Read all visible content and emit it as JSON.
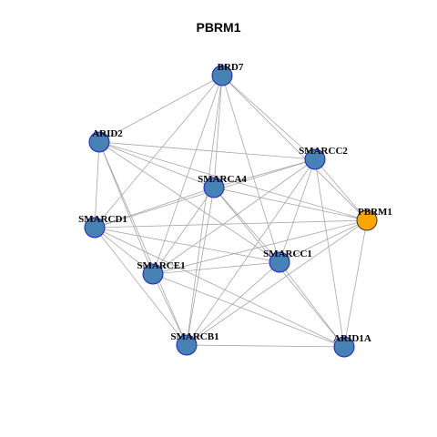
{
  "title": "PBRM1",
  "colors": {
    "edge": "#a6a6a6",
    "node_fill": "#4682b4",
    "node_stroke": "#1f1fcf",
    "focus_fill": "#ffa500",
    "focus_stroke": "#333333"
  },
  "nodes": [
    {
      "id": "BRD7",
      "label": "BRD7",
      "focus": false
    },
    {
      "id": "ARID2",
      "label": "ARID2",
      "focus": false
    },
    {
      "id": "SMARCC2",
      "label": "SMARCC2",
      "focus": false
    },
    {
      "id": "SMARCA4",
      "label": "SMARCA4",
      "focus": false
    },
    {
      "id": "SMARCD1",
      "label": "SMARCD1",
      "focus": false
    },
    {
      "id": "PBRM1",
      "label": "PBRM1",
      "focus": true
    },
    {
      "id": "SMARCC1",
      "label": "SMARCC1",
      "focus": false
    },
    {
      "id": "SMARCE1",
      "label": "SMARCE1",
      "focus": false
    },
    {
      "id": "SMARCB1",
      "label": "SMARCB1",
      "focus": false
    },
    {
      "id": "ARID1A",
      "label": "ARID1A",
      "focus": false
    }
  ],
  "edges": [
    [
      "BRD7",
      "ARID2"
    ],
    [
      "BRD7",
      "SMARCC2"
    ],
    [
      "BRD7",
      "SMARCA4"
    ],
    [
      "BRD7",
      "SMARCD1"
    ],
    [
      "BRD7",
      "PBRM1"
    ],
    [
      "BRD7",
      "SMARCC1"
    ],
    [
      "BRD7",
      "SMARCE1"
    ],
    [
      "BRD7",
      "SMARCB1"
    ],
    [
      "ARID2",
      "SMARCC2"
    ],
    [
      "ARID2",
      "SMARCA4"
    ],
    [
      "ARID2",
      "SMARCD1"
    ],
    [
      "ARID2",
      "PBRM1"
    ],
    [
      "ARID2",
      "SMARCC1"
    ],
    [
      "ARID2",
      "SMARCE1"
    ],
    [
      "ARID2",
      "SMARCB1"
    ],
    [
      "SMARCC2",
      "SMARCA4"
    ],
    [
      "SMARCC2",
      "SMARCD1"
    ],
    [
      "SMARCC2",
      "PBRM1"
    ],
    [
      "SMARCC2",
      "SMARCC1"
    ],
    [
      "SMARCC2",
      "SMARCE1"
    ],
    [
      "SMARCC2",
      "SMARCB1"
    ],
    [
      "SMARCC2",
      "ARID1A"
    ],
    [
      "SMARCA4",
      "SMARCD1"
    ],
    [
      "SMARCA4",
      "PBRM1"
    ],
    [
      "SMARCA4",
      "SMARCC1"
    ],
    [
      "SMARCA4",
      "SMARCE1"
    ],
    [
      "SMARCA4",
      "SMARCB1"
    ],
    [
      "SMARCA4",
      "ARID1A"
    ],
    [
      "SMARCD1",
      "PBRM1"
    ],
    [
      "SMARCD1",
      "SMARCC1"
    ],
    [
      "SMARCD1",
      "SMARCE1"
    ],
    [
      "SMARCD1",
      "SMARCB1"
    ],
    [
      "SMARCD1",
      "ARID1A"
    ],
    [
      "PBRM1",
      "SMARCC1"
    ],
    [
      "PBRM1",
      "SMARCE1"
    ],
    [
      "PBRM1",
      "SMARCB1"
    ],
    [
      "PBRM1",
      "ARID1A"
    ],
    [
      "SMARCC1",
      "SMARCE1"
    ],
    [
      "SMARCC1",
      "SMARCB1"
    ],
    [
      "SMARCC1",
      "ARID1A"
    ],
    [
      "SMARCE1",
      "SMARCB1"
    ],
    [
      "SMARCE1",
      "ARID1A"
    ],
    [
      "SMARCB1",
      "ARID1A"
    ]
  ]
}
